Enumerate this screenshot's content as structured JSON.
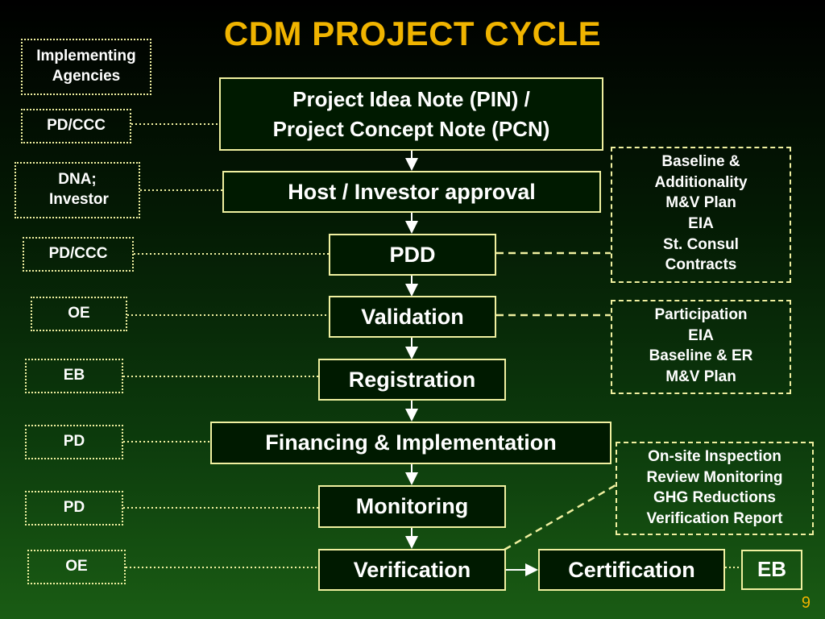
{
  "title": "CDM PROJECT CYCLE",
  "steps": [
    "Project Idea Note (PIN) / Project Concept Note (PCN)",
    "Host / Investor approval",
    "PDD",
    "Validation",
    "Registration",
    "Financing & Implementation",
    "Monitoring",
    "Verification",
    "Certification"
  ],
  "actors": [
    "Implementing Agencies",
    "PD/CCC",
    "DNA; Investor",
    "PD/CCC",
    "OE",
    "EB",
    "PD",
    "PD",
    "OE",
    "EB"
  ],
  "notes": {
    "pdd": [
      "Baseline &",
      "Additionality",
      "M&V Plan",
      "EIA",
      "St. Consul",
      "Contracts"
    ],
    "validation": [
      "Participation",
      "EIA",
      "Baseline & ER",
      "M&V Plan"
    ],
    "verification": [
      "On-site Inspection",
      "Review Monitoring",
      "GHG Reductions",
      "Verification Report"
    ]
  },
  "page_number": "9",
  "colors": {
    "title": "#f0b400",
    "border": "#f0f0a0",
    "text": "#ffffff"
  }
}
